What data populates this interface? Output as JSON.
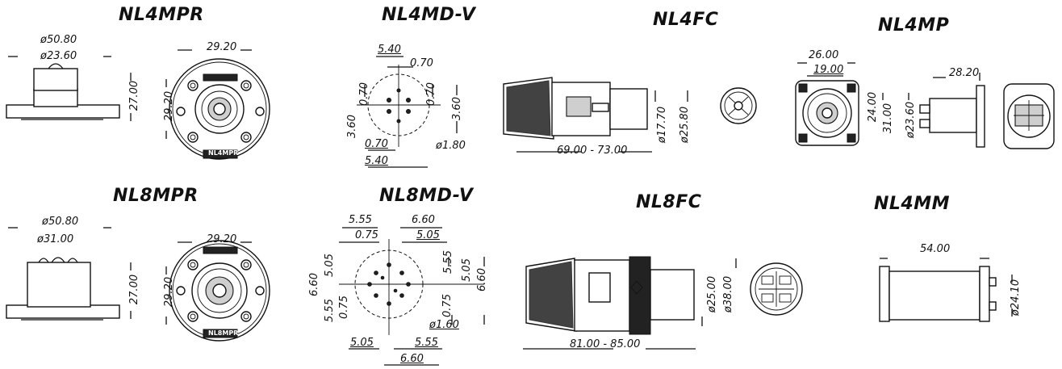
{
  "products": [
    {
      "id": "nl4mpr",
      "title": "NL4MPR",
      "dims": [
        "ø50.80",
        "ø23.60",
        "29.20",
        "27.00",
        "29.20"
      ],
      "plate_label": "NL4MPR"
    },
    {
      "id": "nl4md",
      "title": "NL4MD-V",
      "dims": [
        "5.40",
        "0.70",
        "3.60",
        "0.70",
        "0.70",
        "3.60",
        "0.70",
        "ø1.80",
        "5.40"
      ]
    },
    {
      "id": "nl4fc",
      "title": "NL4FC",
      "dims": [
        "ø17.70",
        "ø25.80",
        "69.00  -  73.00"
      ]
    },
    {
      "id": "nl4mp",
      "title": "NL4MP",
      "dims": [
        "26.00",
        "19.00",
        "24.00",
        "31.00",
        "ø23.60",
        "28.20"
      ]
    },
    {
      "id": "nl8mpr",
      "title": "NL8MPR",
      "dims": [
        "ø50.80",
        "ø31.00",
        "29.20",
        "27.00",
        "29.20"
      ],
      "plate_label": "NL8MPR"
    },
    {
      "id": "nl8md",
      "title": "NL8MD-V",
      "dims": [
        "5.55",
        "6.60",
        "0.75",
        "5.05",
        "6.60",
        "5.05",
        "5.55",
        "5.05",
        "6.60",
        "5.55",
        "0.75",
        "0.75",
        "ø1.60",
        "5.05",
        "5.55",
        "6.60"
      ]
    },
    {
      "id": "nl8fc",
      "title": "NL8FC",
      "dims": [
        "ø25.00",
        "ø38.00",
        "81.00  -  85.00"
      ]
    },
    {
      "id": "nl4mm",
      "title": "NL4MM",
      "dims": [
        "54.00",
        "ø24.10"
      ]
    }
  ]
}
